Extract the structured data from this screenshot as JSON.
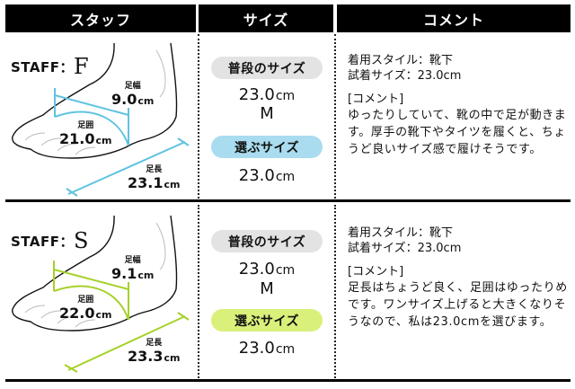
{
  "header": {
    "col_staff": "スタッフ",
    "col_size": "サイズ",
    "col_comment": "コメント"
  },
  "colors": {
    "header_bg": "#000000",
    "staff_f_accent": "#5ec3e0",
    "staff_s_accent": "#a6d12a",
    "pill_normal": "#e3e3e3",
    "pill_f_choice": "#a9dcee",
    "pill_s_choice": "#d9f07a"
  },
  "rows": [
    {
      "staff_label": "STAFF：",
      "staff_letter": "F",
      "foot": {
        "width_label": "足幅",
        "width_value": "9.0",
        "width_unit": "cm",
        "girth_label": "足囲",
        "girth_value": "21.0",
        "girth_unit": "cm",
        "length_label": "足長",
        "length_value": "23.1",
        "length_unit": "cm"
      },
      "usual_size_label": "普段のサイズ",
      "usual_size_cm": "23.0",
      "usual_size_unit": "cm",
      "usual_size_letter": "M",
      "chosen_size_label": "選ぶサイズ",
      "chosen_size_cm": "23.0",
      "chosen_size_unit": "cm",
      "comment": {
        "style_line": "着用スタイル：靴下",
        "tried_line": "試着サイズ：23.0cm",
        "heading": "[コメント]",
        "text": "ゆったりしていて、靴の中で足が動きます。厚手の靴下やタイツを履くと、ちょうど良いサイズ感で履けそうです。"
      }
    },
    {
      "staff_label": "STAFF：",
      "staff_letter": "S",
      "foot": {
        "width_label": "足幅",
        "width_value": "9.1",
        "width_unit": "cm",
        "girth_label": "足囲",
        "girth_value": "22.0",
        "girth_unit": "cm",
        "length_label": "足長",
        "length_value": "23.3",
        "length_unit": "cm"
      },
      "usual_size_label": "普段のサイズ",
      "usual_size_cm": "23.0",
      "usual_size_unit": "cm",
      "usual_size_letter": "M",
      "chosen_size_label": "選ぶサイズ",
      "chosen_size_cm": "23.0",
      "chosen_size_unit": "cm",
      "comment": {
        "style_line": "着用スタイル：靴下",
        "tried_line": "試着サイズ：23.0cm",
        "heading": "[コメント]",
        "text": "足長はちょうど良く、足囲はゆったりめです。ワンサイズ上げると大きくなりそうなので、私は23.0cmを選びます。"
      }
    }
  ]
}
